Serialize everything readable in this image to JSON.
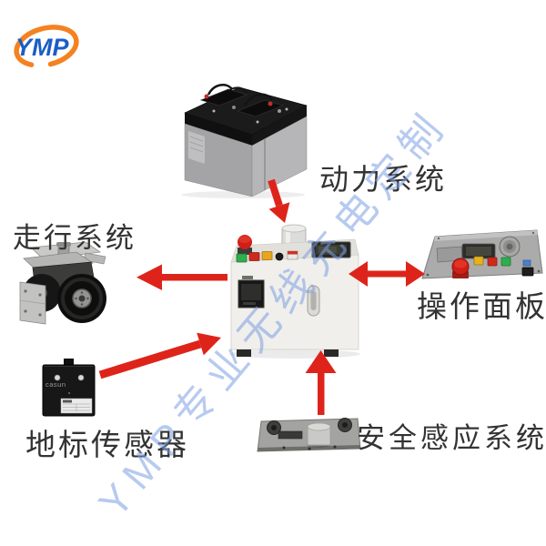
{
  "page": {
    "background": "#ffffff"
  },
  "logo": {
    "text": "YMP",
    "text_color": "#1a5ec4",
    "ring_color": "#f58220"
  },
  "watermark": {
    "text": "YMP专业无线充电定制",
    "color": "#7d9fe3"
  },
  "arrow_color": "#de241a",
  "components": {
    "power_system": {
      "label": "动力系统",
      "icon": "battery-pack-photo"
    },
    "travel_system": {
      "label": "走行系统",
      "icon": "drive-wheel-unit-photo"
    },
    "control_unit": {
      "icon": "controller-cabinet-photo"
    },
    "operation_panel": {
      "label": "操作面板",
      "icon": "operation-panel-photo"
    },
    "landmark_sensor": {
      "label": "地标传感器",
      "brand": "casun",
      "icon": "landmark-sensor-photo"
    },
    "safety_system": {
      "label": "安全感应系统",
      "icon": "safety-bumper-sensor-photo"
    }
  },
  "arrows": [
    {
      "name": "power-to-controller",
      "direction": "down"
    },
    {
      "name": "controller-to-travel",
      "direction": "left"
    },
    {
      "name": "controller-panel",
      "direction": "both"
    },
    {
      "name": "landmark-to-controller",
      "direction": "up-right"
    },
    {
      "name": "safety-to-controller",
      "direction": "up"
    }
  ]
}
